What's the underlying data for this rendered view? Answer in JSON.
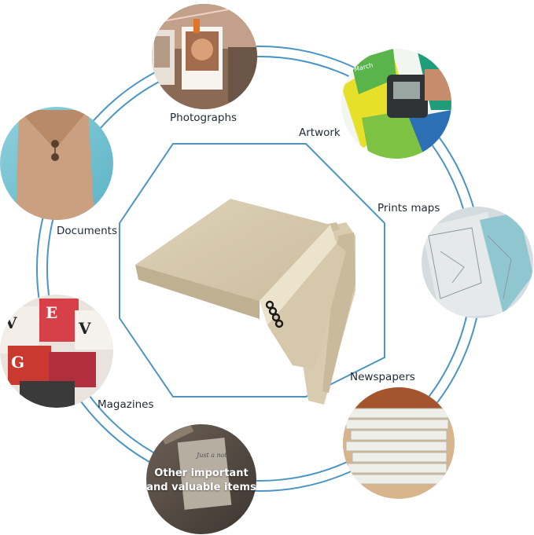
{
  "colors": {
    "ring": "#4a95c4",
    "box_face": "#d8ccb1",
    "box_side": "#c2b396",
    "spine": "#ece3cd",
    "label_text": "#1f2933"
  },
  "center_image": {
    "icon": "archival-box-icon"
  },
  "items": [
    {
      "id": "photographs",
      "label": "Photographs",
      "icon": "photographs-thumbnail-icon"
    },
    {
      "id": "artwork",
      "label": "Artwork",
      "icon": "artwork-thumbnail-icon"
    },
    {
      "id": "documents",
      "label": "Documents",
      "icon": "documents-thumbnail-icon"
    },
    {
      "id": "prints_maps",
      "label": "Prints maps",
      "icon": "maps-thumbnail-icon"
    },
    {
      "id": "magazines",
      "label": "Magazines",
      "icon": "magazines-thumbnail-icon"
    },
    {
      "id": "newspapers",
      "label": "Newspapers",
      "icon": "newspapers-thumbnail-icon"
    },
    {
      "id": "other",
      "label_line1": "Other important",
      "label_line2": "and valuable items",
      "icon": "other-items-thumbnail-icon"
    }
  ],
  "thumb_texts": {
    "calendar_month": "March",
    "card_script": "Just a note"
  }
}
